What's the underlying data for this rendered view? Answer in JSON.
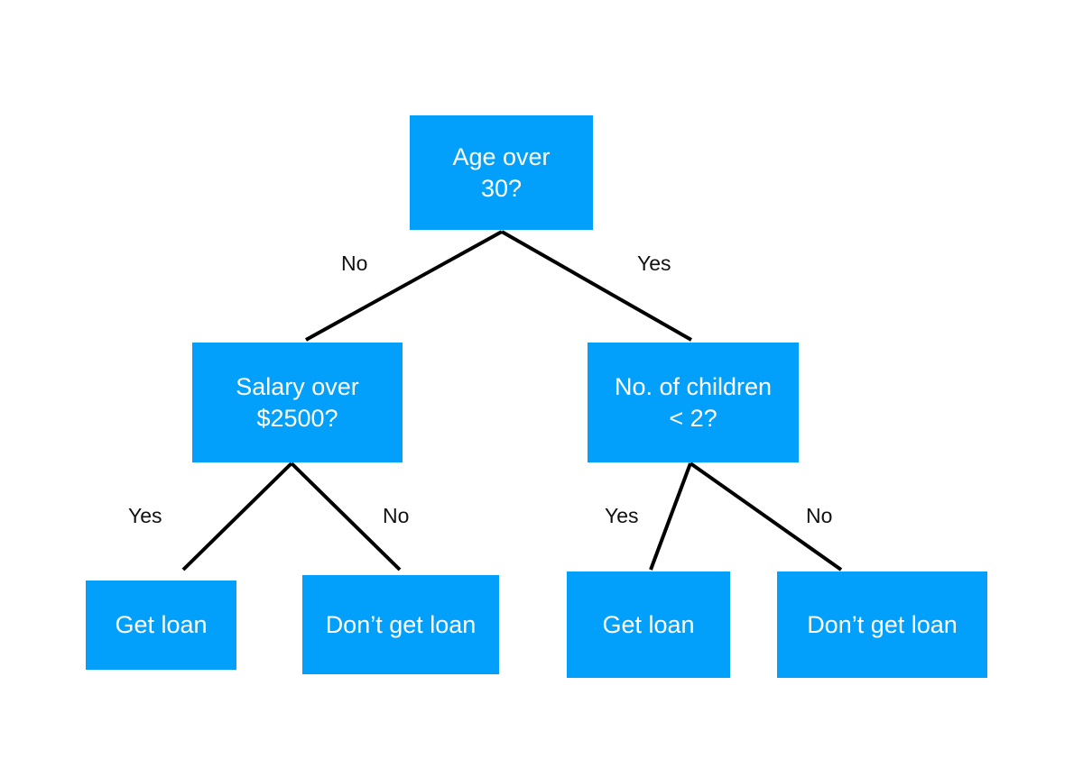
{
  "colors": {
    "node_fill": "#02a0fb",
    "node_text": "#ffffff",
    "edge": "#000000",
    "label_text": "#111111",
    "background": "#ffffff"
  },
  "nodes": {
    "root": {
      "line1": "Age over",
      "line2": "30?"
    },
    "salary": {
      "line1": "Salary over",
      "line2": "$2500?"
    },
    "children": {
      "line1": "No. of children",
      "line2": "< 2?"
    },
    "leaf1": {
      "label": "Get loan"
    },
    "leaf2": {
      "label": "Don’t get loan"
    },
    "leaf3": {
      "label": "Get loan"
    },
    "leaf4": {
      "label": "Don’t get loan"
    }
  },
  "edges": {
    "root_salary": {
      "label": "No"
    },
    "root_children": {
      "label": "Yes"
    },
    "salary_leaf1": {
      "label": "Yes"
    },
    "salary_leaf2": {
      "label": "No"
    },
    "children_leaf3": {
      "label": "Yes"
    },
    "children_leaf4": {
      "label": "No"
    }
  }
}
